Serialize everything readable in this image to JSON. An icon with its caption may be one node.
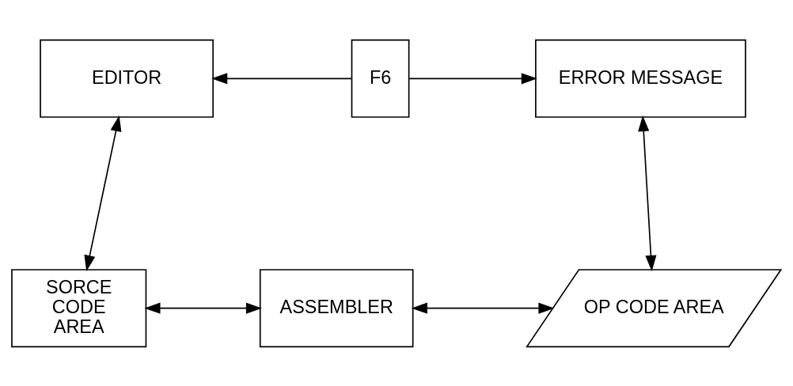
{
  "diagram": {
    "nodes": [
      {
        "text": [
          "EDITOR"
        ]
      },
      {
        "text": [
          "F6"
        ]
      },
      {
        "text": [
          "ERROR MESSAGE"
        ]
      },
      {
        "text": [
          "SORCE CODE AREA"
        ]
      },
      {
        "text": [
          "ASSEMBLER"
        ]
      },
      {
        "text": [
          "OP CODE AREA"
        ]
      }
    ],
    "edges": [
      {
        "from": 1,
        "to": 0,
        "arrow": "to"
      },
      {
        "from": 1,
        "to": 2,
        "arrow": "to"
      },
      {
        "from": 0,
        "to": 3,
        "arrow": "both"
      },
      {
        "from": 2,
        "to": 5,
        "arrow": "both"
      },
      {
        "from": 3,
        "to": 4,
        "arrow": "both"
      },
      {
        "from": 4,
        "to": 5,
        "arrow": "both"
      }
    ]
  }
}
